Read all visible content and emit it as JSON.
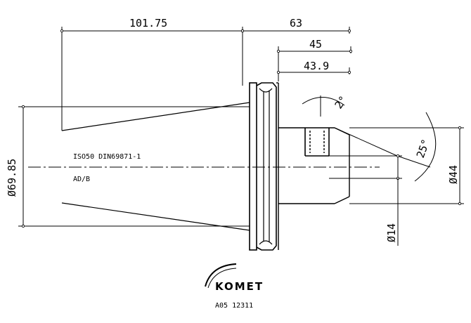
{
  "drawing": {
    "dimensions": {
      "cone_length": "101.75",
      "overall_right": "63",
      "face_to_end": "45",
      "face_to_end_inner": "43.9",
      "taper_diameter": "Ø69.85",
      "bore_diameter": "Ø14",
      "outer_diameter": "Ø44",
      "chamfer_angle": "25°",
      "bore_angle": "2°"
    },
    "notes": {
      "standard": "ISO50 DIN69871-1",
      "variant": "AD/B"
    },
    "logo": {
      "brand": "KOMET",
      "part_number": "A05 12311"
    }
  }
}
